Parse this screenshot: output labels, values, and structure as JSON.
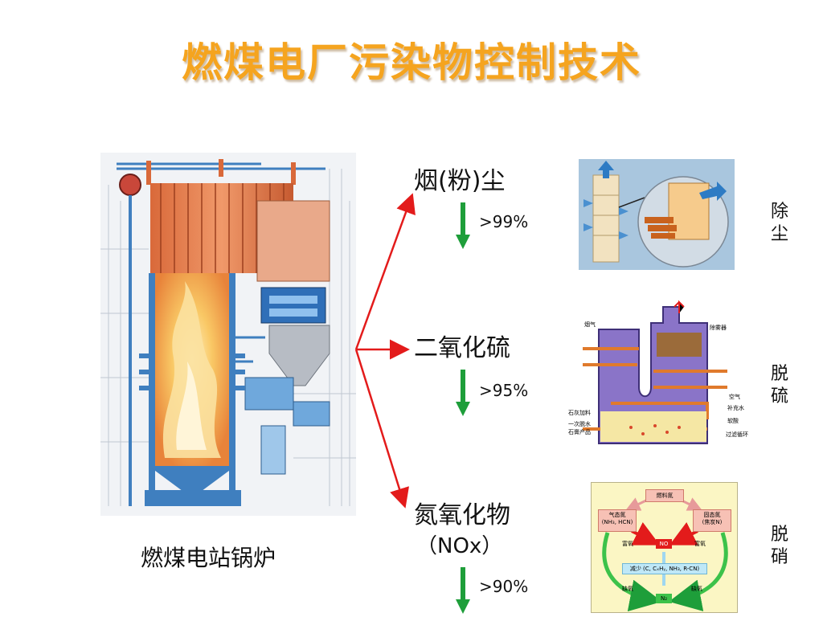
{
  "title": "燃煤电厂污染物控制技术",
  "boiler": {
    "caption": "燃煤电站锅炉"
  },
  "pollutants": [
    {
      "name": "烟(粉)尘",
      "reduction": ">99%",
      "method": "除\n尘"
    },
    {
      "name": "二氧化硫",
      "reduction": ">95%",
      "method": "脱\n硫"
    },
    {
      "name": "氮氧化物",
      "name_sub": "（NOx）",
      "reduction": ">90%",
      "method": "脱\n硝"
    }
  ],
  "desulfur_labels": {
    "flue_gas": "烟气",
    "mist_eliminator": "除雾器",
    "air": "空气",
    "limestone": "石灰加料",
    "makeup_water": "补充水",
    "primary_water": "一次脱水",
    "gypsum": "石膏产品",
    "oxidation": "软酸",
    "filter_loop": "过滤循环"
  },
  "nox_diagram": {
    "fuel_n": "燃料氮",
    "gas_n": "气态氮",
    "gas_n_sub": "(NH₃, HCN)",
    "solid_n": "固态氮",
    "solid_n_sub": "(焦炭N)",
    "rich_o_left": "富氧",
    "no": "NO",
    "rich_o_right": "富氧",
    "reduce": "减少 (C, CₓHᵧ, NH₃, R-CN)",
    "lean_o_left": "缺氧",
    "n2": "N₂",
    "lean_o_right": "缺氧"
  },
  "colors": {
    "title": "#F5A41F",
    "flow_arrow": "#E31B1B",
    "reduction_arrow": "#1E9E3A",
    "flame": "#F6B94A",
    "water_wall": "#3F7FBF",
    "nox_bg": "#FBF6C4"
  }
}
